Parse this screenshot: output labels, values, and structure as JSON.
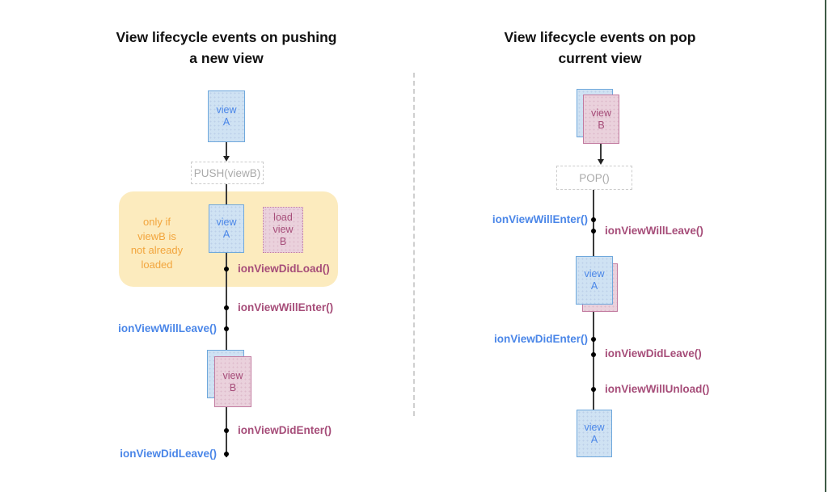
{
  "colors": {
    "blue_fill": "#cfe2f3",
    "blue_border": "#6fa8dc",
    "blue_text": "#4a86e8",
    "pink_fill": "#ead1dc",
    "pink_border": "#c27ba0",
    "maroon_text": "#a64d79",
    "highlight_yellow": "#fcebbe",
    "orange_note_text": "#f2a53d",
    "gray_box_text": "#aaaaaa",
    "gray_box_border": "#cccccc",
    "flow_line": "#3a3a3a",
    "divider_gray": "#cfcfcf",
    "right_edge_line": "#3d5a45"
  },
  "left": {
    "title": "View lifecycle events on pushing\na new view",
    "view_a_top_label": "view\nA",
    "push_label": "PUSH(viewB)",
    "note": "only if\nviewB is\nnot already\nloaded",
    "view_a_mid_label": "view\nA",
    "load_view_b_label": "load\nview\nB",
    "view_b_label": "view\nB",
    "events": [
      {
        "label": "ionViewDidLoad()",
        "side": "right",
        "color": "maroon"
      },
      {
        "label": "ionViewWillEnter()",
        "side": "right",
        "color": "maroon"
      },
      {
        "label": "ionViewWillLeave()",
        "side": "left",
        "color": "blue"
      },
      {
        "label": "ionViewDidEnter()",
        "side": "right",
        "color": "maroon"
      },
      {
        "label": "ionViewDidLeave()",
        "side": "left",
        "color": "blue"
      }
    ]
  },
  "right": {
    "title": "View lifecycle events on pop\ncurrent view",
    "view_b_top_label": "view\nB",
    "pop_label": "POP()",
    "view_a_mid_label": "view\nA",
    "view_a_bottom_label": "view\nA",
    "events": [
      {
        "label": "ionViewWillEnter()",
        "side": "left",
        "color": "blue"
      },
      {
        "label": "ionViewWillLeave()",
        "side": "right",
        "color": "maroon"
      },
      {
        "label": "ionViewDidEnter()",
        "side": "left",
        "color": "blue"
      },
      {
        "label": "ionViewDidLeave()",
        "side": "right",
        "color": "maroon"
      },
      {
        "label": "ionViewWillUnload()",
        "side": "right",
        "color": "maroon"
      }
    ]
  }
}
